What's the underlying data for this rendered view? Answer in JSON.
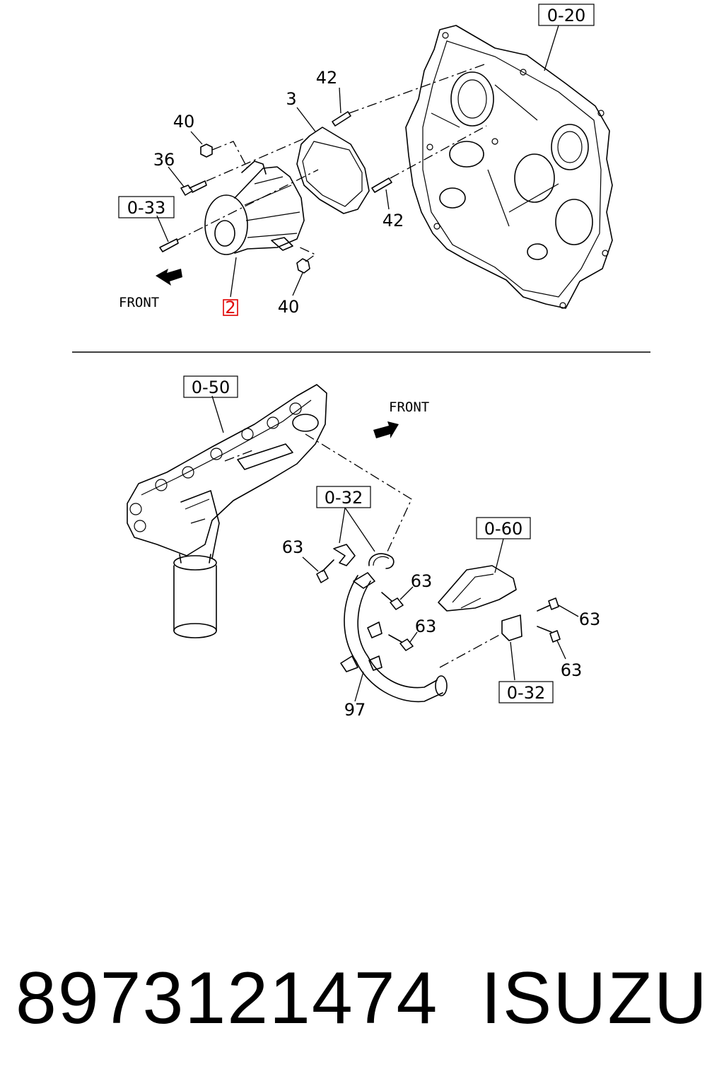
{
  "labels": {
    "ref_0_20": "0-20",
    "ref_0_33": "0-33",
    "ref_0_50": "0-50",
    "ref_0_32_a": "0-32",
    "ref_0_60": "0-60",
    "ref_0_32_b": "0-32",
    "p42_top": "42",
    "p3": "3",
    "p40_top": "40",
    "p36": "36",
    "p42_bottom": "42",
    "p2": "2",
    "p40_bottom": "40",
    "p63_a": "63",
    "p63_b": "63",
    "p63_c": "63",
    "p63_d": "63",
    "p63_e": "63",
    "p97": "97",
    "front_top": "FRONT",
    "front_bottom": "FRONT"
  },
  "highlight_color": "#e00000",
  "footer": {
    "part_number": "8973121474",
    "brand": "ISUZU"
  }
}
